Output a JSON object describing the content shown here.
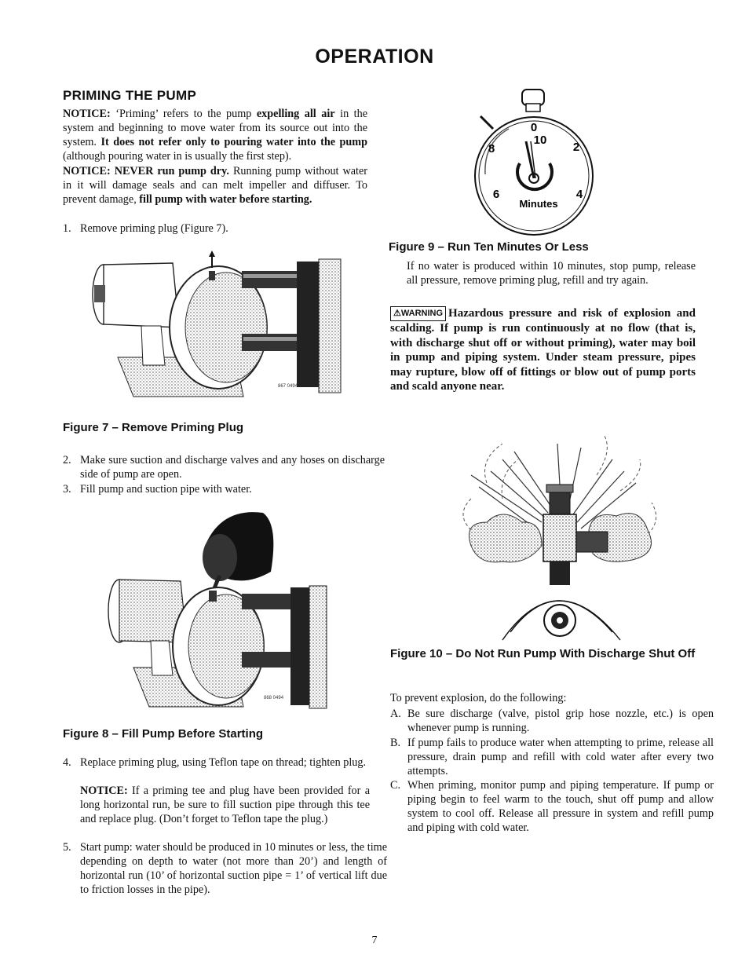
{
  "page": {
    "title": "OPERATION",
    "page_number": "7"
  },
  "left": {
    "section_heading": "PRIMING THE PUMP",
    "notice1_label": "NOTICE:",
    "notice1_text_a": " ‘Priming’ refers to the pump ",
    "notice1_bold_a": "expelling all air",
    "notice1_text_b": " in the system and beginning to move water from its source out into the system. ",
    "notice1_bold_b": "It does not refer only to pouring water into the pump",
    "notice1_text_c": " (although pouring water in is usually the first step).",
    "notice2_label": "NOTICE: NEVER run pump dry.",
    "notice2_text_a": " Running pump without water in it will damage seals and can melt impeller and diffuser. To prevent damage, ",
    "notice2_bold_a": "fill pump with water before starting.",
    "step1_num": "1.",
    "step1_text": "Remove priming plug (Figure 7).",
    "fig7_code": "867 0494",
    "fig7_caption": "Figure 7 – Remove Priming Plug",
    "step2_num": "2.",
    "step2_text": "Make sure suction and discharge valves and any hoses on discharge side of pump are open.",
    "step3_num": "3.",
    "step3_text": "Fill pump and suction pipe with water.",
    "fig8_code": "868 0494",
    "fig8_caption": "Figure 8 – Fill Pump Before Starting",
    "step4_num": "4.",
    "step4_text": "Replace priming plug, using Teflon tape on thread; tighten plug.",
    "step4_notice_label": "NOTICE:",
    "step4_notice_text": " If a priming tee and plug have been provided for a long horizontal run, be sure to fill suction pipe through this tee and replace plug. (Don’t forget to Teflon tape the plug.)",
    "step5_num": "5.",
    "step5_text": "Start pump: water should be produced in 10 minutes or less, the time depending on depth to water (not more than 20’) and length of horizontal run (10’ of horizontal suction pipe = 1’ of vertical lift due to friction losses in the pipe)."
  },
  "right": {
    "timer_n0": "0",
    "timer_n10": "10",
    "timer_n2": "2",
    "timer_n8": "8",
    "timer_n6": "6",
    "timer_n4": "4",
    "timer_label": "Minutes",
    "fig9_caption": "Figure 9 – Run Ten Minutes Or Less",
    "fig9_text": "If no water is produced within 10 minutes, stop pump, release all pressure, remove priming plug, refill and try again.",
    "warning_label": "WARNING",
    "warning_text": "Hazardous pressure and risk of explosion and scalding. If pump is run continuously at no flow (that is, with discharge shut off or without priming), water may boil in pump and piping system. Under steam pressure, pipes may rupture, blow off of fittings or blow out of pump ports and scald anyone near.",
    "fig10_caption": "Figure 10 – Do Not Run Pump With Discharge Shut Off",
    "prevent_intro": "To prevent explosion, do the following:",
    "a_label": "A.",
    "a_text": "Be sure discharge (valve, pistol grip hose nozzle, etc.) is open whenever pump is running.",
    "b_label": "B.",
    "b_text": "If pump fails to produce water when attempting to prime, release all pressure, drain pump and refill with cold water after every two attempts.",
    "c_label": "C.",
    "c_text": "When priming, monitor pump and piping temperature. If pump or piping begin to feel warm to the touch, shut off pump and allow system to cool off. Release all pressure in system and refill pump and piping with cold water."
  }
}
